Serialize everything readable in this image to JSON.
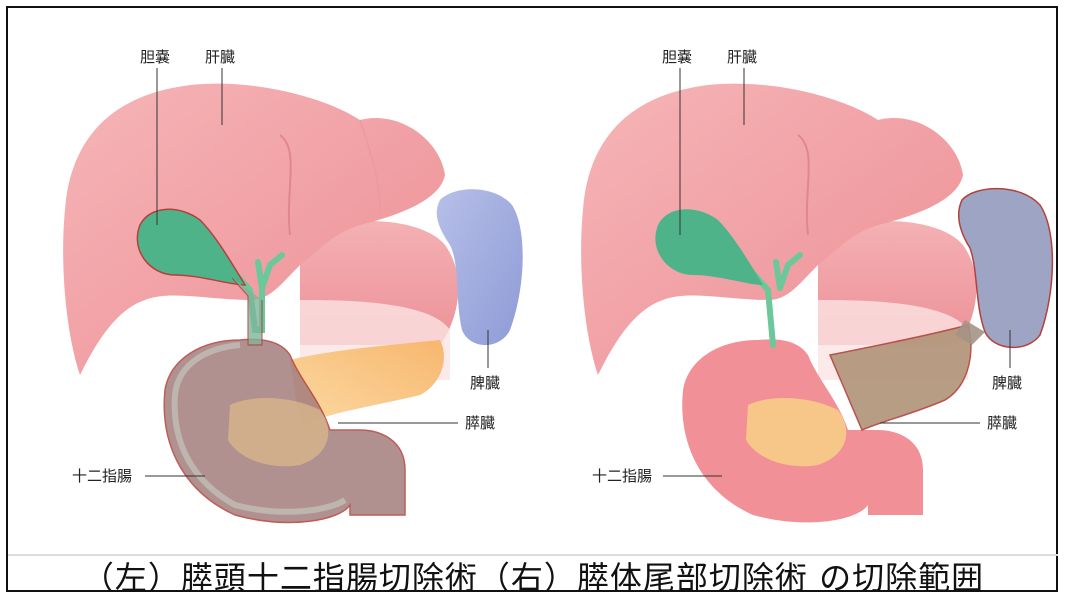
{
  "left_panel": {
    "labels": {
      "gallbladder": "胆嚢",
      "liver": "肝臓",
      "spleen": "脾臓",
      "pancreas": "膵臓",
      "duodenum": "十二指腸"
    }
  },
  "right_panel": {
    "labels": {
      "gallbladder": "胆嚢",
      "liver": "肝臓",
      "spleen": "脾臓",
      "pancreas": "膵臓",
      "duodenum": "十二指腸"
    }
  },
  "caption": "（左）膵頭十二指腸切除術（右）膵体尾部切除術 の切除範囲",
  "colors": {
    "liver": "#f3a3a6",
    "liver_dark": "#e68a90",
    "stomach": "#ee8c90",
    "gallbladder": "#4fb38a",
    "bile_duct": "#6cc89a",
    "spleen": "#9aa6dc",
    "pancreas": "#f7c27d",
    "duodenum": "#f19097",
    "resection_fill": "#8a9a90",
    "resection_outline": "#b3413b"
  }
}
